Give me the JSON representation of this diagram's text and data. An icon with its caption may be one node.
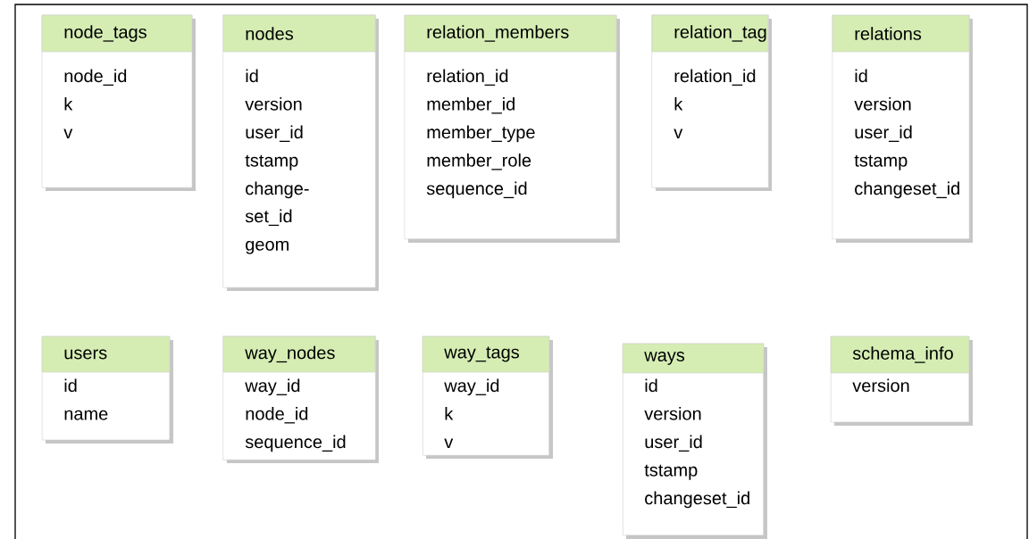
{
  "diagram": {
    "nodes": [
      {
        "text": [
          "node_tags",
          "node_id",
          "k",
          "v"
        ]
      },
      {
        "text": [
          "nodes",
          "id",
          "version",
          "user_id",
          "tstamp",
          "change- set_id",
          "geom"
        ]
      },
      {
        "text": [
          "relation_members",
          "relation_id",
          "member_id",
          "member_type",
          "member_role",
          "sequence_id"
        ]
      },
      {
        "text": [
          "relation_tag",
          "relation_id",
          "k",
          "v"
        ]
      },
      {
        "text": [
          "relations",
          "id",
          "version",
          "user_id",
          "tstamp",
          "changeset_id"
        ]
      },
      {
        "text": [
          "users",
          "id",
          "name"
        ]
      },
      {
        "text": [
          "way_nodes",
          "way_id",
          "node_id",
          "sequence_id"
        ]
      },
      {
        "text": [
          "way_tags",
          "way_id",
          "k",
          "v"
        ]
      },
      {
        "text": [
          "ways",
          "id",
          "version",
          "user_id",
          "tstamp",
          "changeset_id"
        ]
      },
      {
        "text": [
          "schema_info",
          "version"
        ]
      }
    ]
  }
}
